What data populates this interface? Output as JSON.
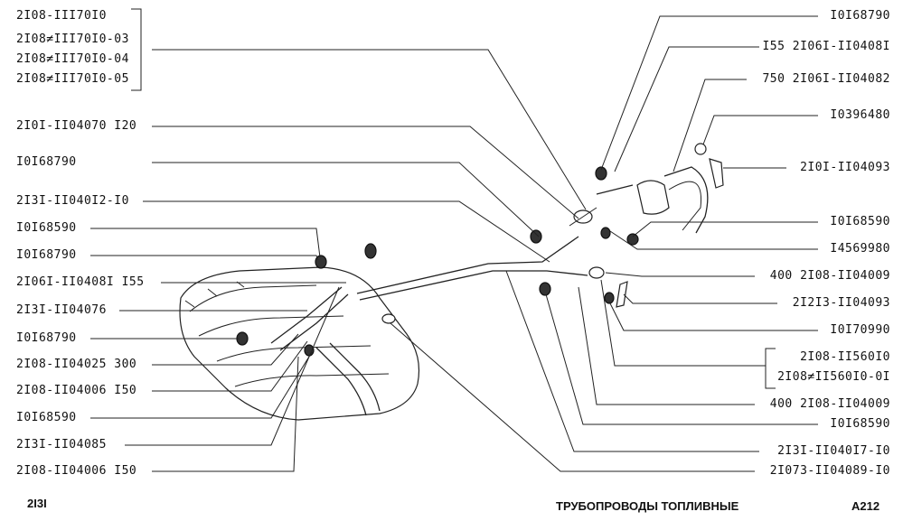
{
  "labels": {
    "l01": "2I08-III70I0",
    "l02": "2I08≠III70I0-03",
    "l03": "2I08≠III70I0-04",
    "l04": "2I08≠III70I0-05",
    "l05": "2I0I-II04070 I20",
    "l06": "I0I68790",
    "l07": "2I3I-II040I2-I0",
    "l08": "I0I68590",
    "l09": "I0I68790",
    "l10": "2I06I-II0408I I55",
    "l11": "2I3I-II04076",
    "l12": "I0I68790",
    "l13": "2I08-II04025 300",
    "l14": "2I08-II04006 I50",
    "l15": "I0I68590",
    "l16": "2I3I-II04085",
    "l17": "2I08-II04006 I50",
    "r01": "I0I68790",
    "r02": "I55 2I06I-II0408I",
    "r03": "750 2I06I-II04082",
    "r04": "I0396480",
    "r05": "2I0I-II04093",
    "r06": "I0I68590",
    "r07": "I4569980",
    "r08": "400 2I08-II04009",
    "r09": "2I2I3-II04093",
    "r10": "I0I70990",
    "r11": "2I08-II560I0",
    "r12": "2I08≠II560I0-0I",
    "r13": "400 2I08-II04009",
    "r14": "I0I68590",
    "r15": "2I3I-II040I7-I0",
    "r16": "2I073-II04089-I0"
  },
  "footer": {
    "model": "2I3I",
    "title": "ТРУБОПРОВОДЫ ТОПЛИВНЫЕ",
    "page": "A212"
  }
}
